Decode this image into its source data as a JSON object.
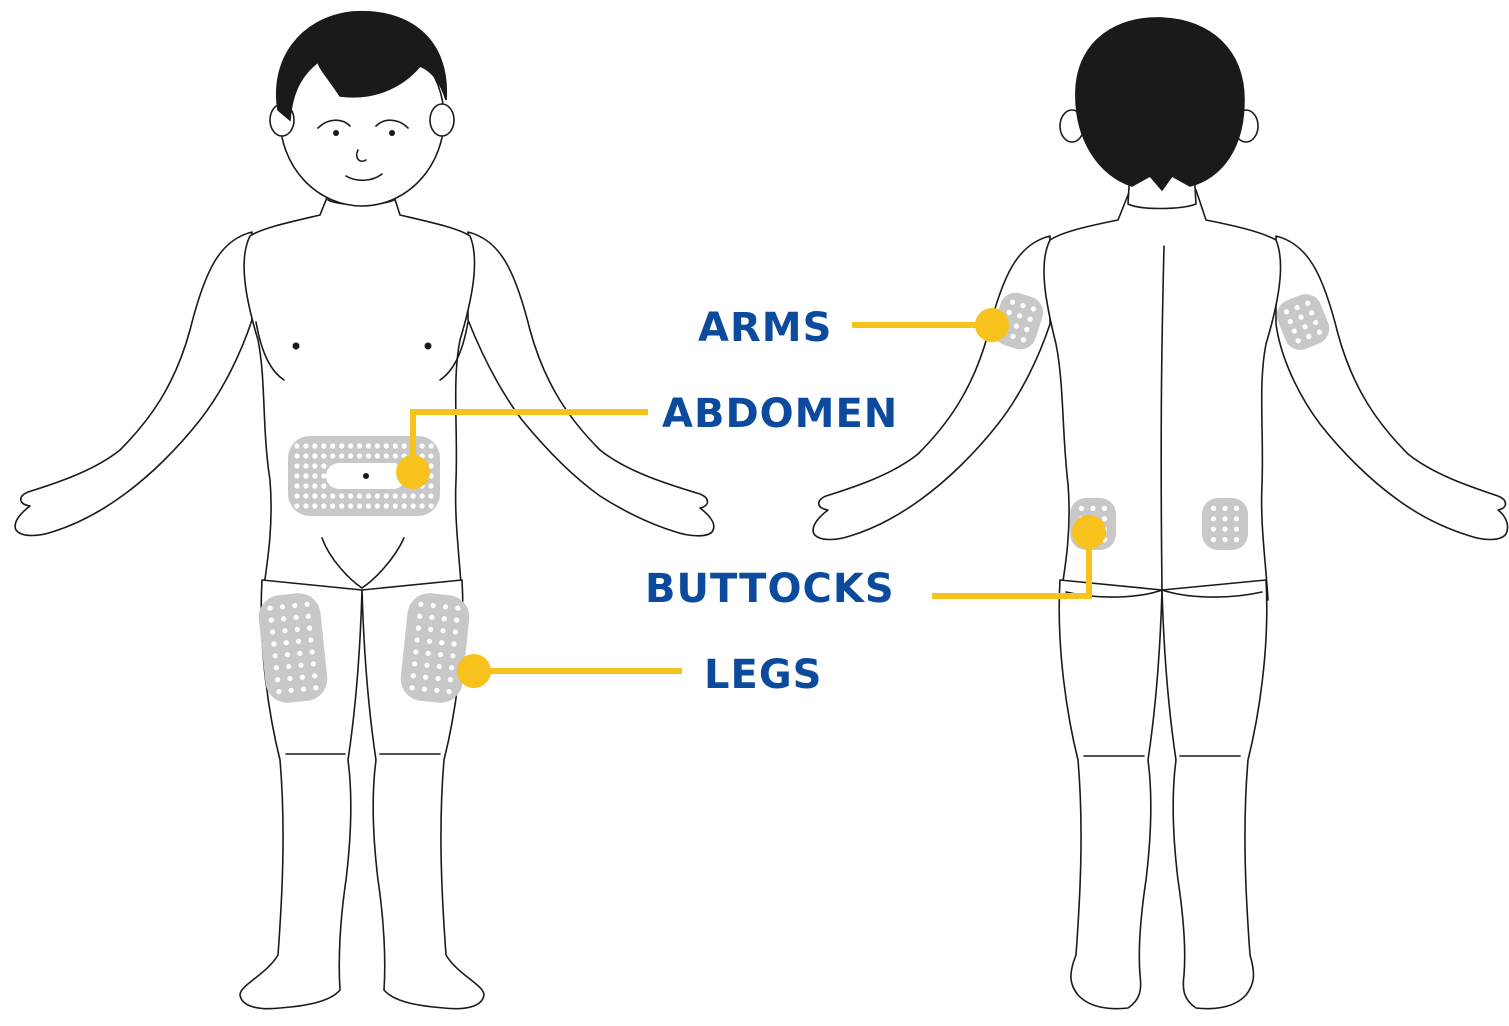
{
  "labels": {
    "arms": "ARMS",
    "abdomen": "ABDOMEN",
    "buttocks": "BUTTOCKS",
    "legs": "LEGS"
  },
  "colors": {
    "label_text": "#0b4a9c",
    "leader": "#f7c21b",
    "zone": "#c8c8c8",
    "zone_dots": "#ffffff",
    "outline": "#1a1a1a",
    "hair": "#1a1a1a"
  },
  "figures": [
    "front-view",
    "back-view"
  ],
  "injection_sites": [
    "arms",
    "abdomen",
    "buttocks",
    "legs"
  ]
}
